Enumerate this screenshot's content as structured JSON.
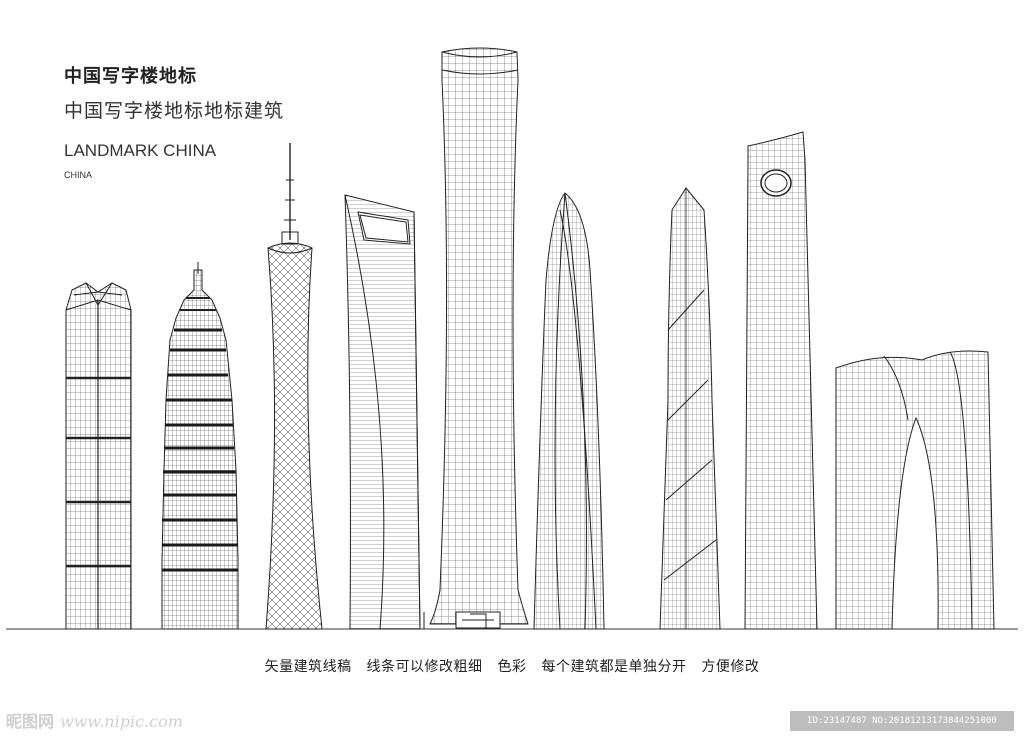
{
  "titles": {
    "main": "中国写字楼地标",
    "sub": "中国写字楼地标地标建筑",
    "english": "LANDMARK CHINA",
    "small": "CHINA"
  },
  "caption": {
    "part1": "矢量建筑线稿",
    "part2": "线条可以修改粗细",
    "part3": "色彩",
    "part4": "每个建筑都是单独分开",
    "part5": "方便修改"
  },
  "watermark": {
    "logo_text": "昵图网",
    "url": "www.nipic.com",
    "id_text": "ID:23147487 NO:20181213173844251000"
  },
  "colors": {
    "line": "#2a2a2a",
    "background": "#ffffff",
    "watermark": "#bdbdbd"
  }
}
